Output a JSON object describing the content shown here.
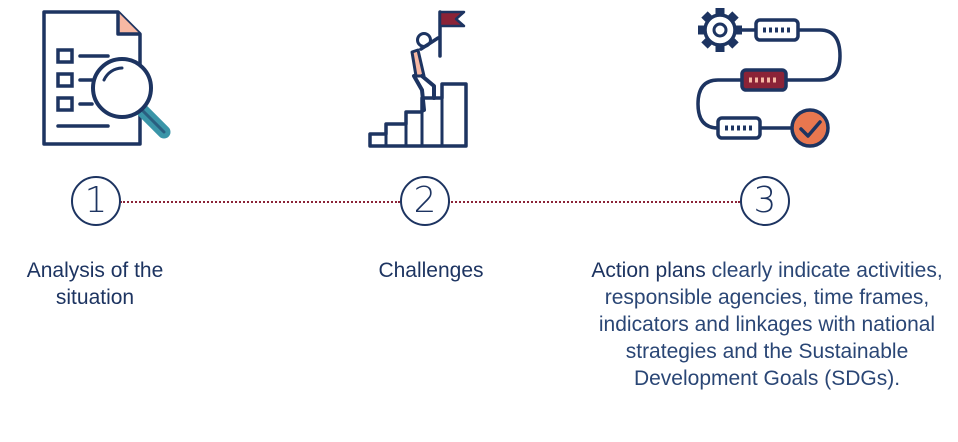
{
  "colors": {
    "navy": "#1d3461",
    "crimson": "#8b2337",
    "peach": "#f7b8a3",
    "orange": "#e9774f",
    "teal": "#3a95a8"
  },
  "steps": [
    {
      "number": "1",
      "title": "Analysis of the situation",
      "description": "",
      "icon": "document-magnifier-icon"
    },
    {
      "number": "2",
      "title": "Challenges",
      "description": "",
      "icon": "person-climbing-stairs-flag-icon"
    },
    {
      "number": "3",
      "title": "Action plans",
      "description": "clearly indicate activities, responsible agencies, time frames, indicators and linkages with national strategies and the Sustainable Development Goals (SDGs).",
      "icon": "gear-process-checkmark-icon"
    }
  ]
}
